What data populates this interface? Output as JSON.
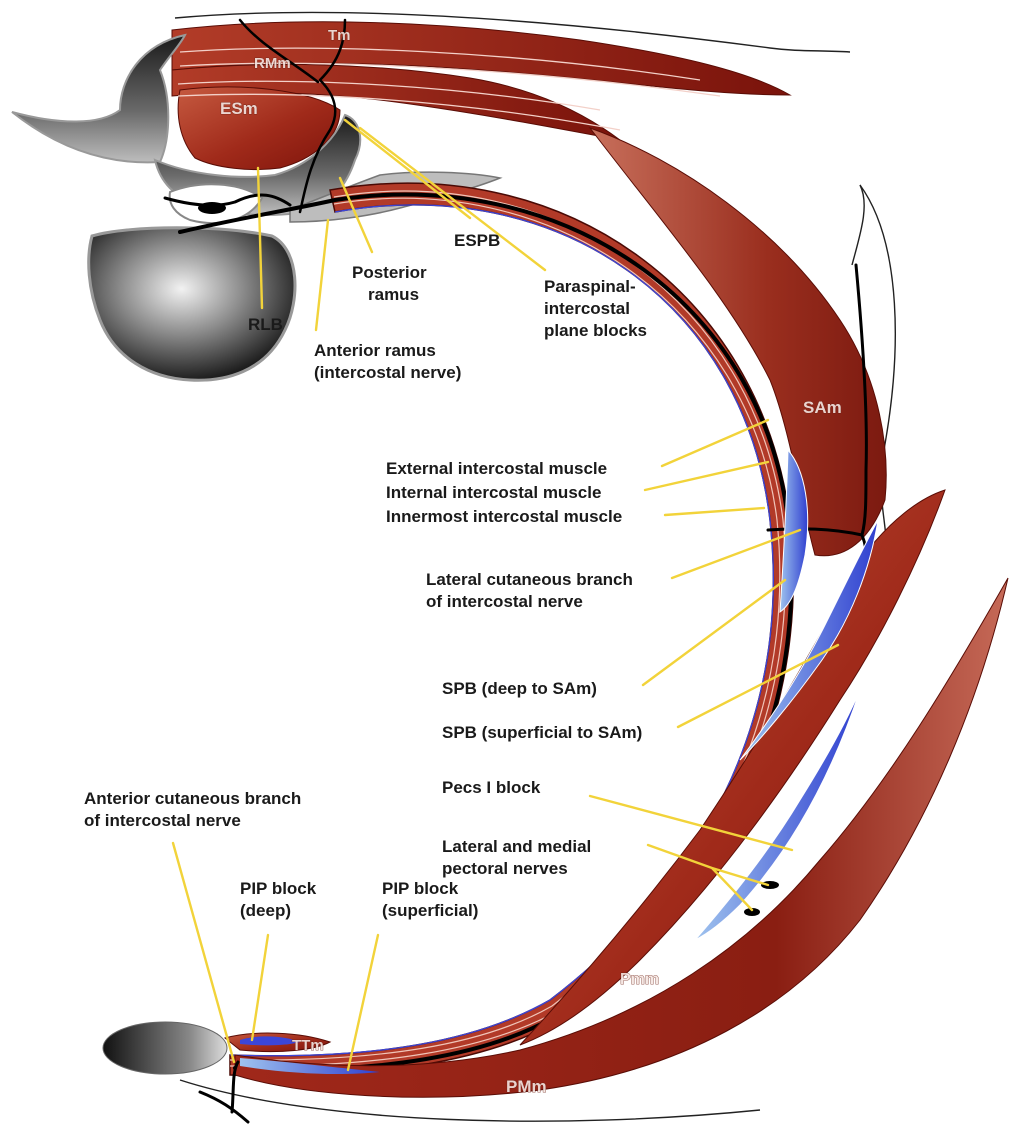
{
  "muscle_labels": {
    "tm": "Tm",
    "rmm": "RMm",
    "esm": "ESm",
    "sam": "SAm",
    "pmm_minor": "Pmm",
    "pmm_major": "PMm",
    "ttm": "TTm"
  },
  "callouts": {
    "rlb": "RLB",
    "posterior_ramus": [
      "Posterior",
      "ramus"
    ],
    "espb": "ESPB",
    "paraspinal": [
      "Paraspinal-",
      "intercostal",
      "plane blocks"
    ],
    "anterior_ramus": [
      "Anterior ramus",
      "(intercostal nerve)"
    ],
    "external_intercostal": "External intercostal muscle",
    "internal_intercostal": "Internal intercostal muscle",
    "innermost_intercostal": "Innermost intercostal muscle",
    "lateral_cutaneous": [
      "Lateral cutaneous branch",
      "of intercostal nerve"
    ],
    "spb_deep": "SPB (deep to SAm)",
    "spb_superficial": "SPB (superficial to SAm)",
    "pecs1": "Pecs I block",
    "pectoral_nerves": [
      "Lateral and medial",
      "pectoral nerves"
    ],
    "anterior_cutaneous": [
      "Anterior cutaneous branch",
      "of intercostal nerve"
    ],
    "pip_deep": [
      "PIP block",
      "(deep)"
    ],
    "pip_superficial": [
      "PIP block",
      "(superficial)"
    ]
  },
  "colors": {
    "muscle_dark": "#8e1c10",
    "muscle_light": "#c24a32",
    "fascia_blue": "#3c46d8",
    "fascia_light": "#8fb4ea",
    "leader_yellow": "#f2d33a",
    "nerve": "#000000",
    "bone_dark": "#2a2a2a"
  }
}
